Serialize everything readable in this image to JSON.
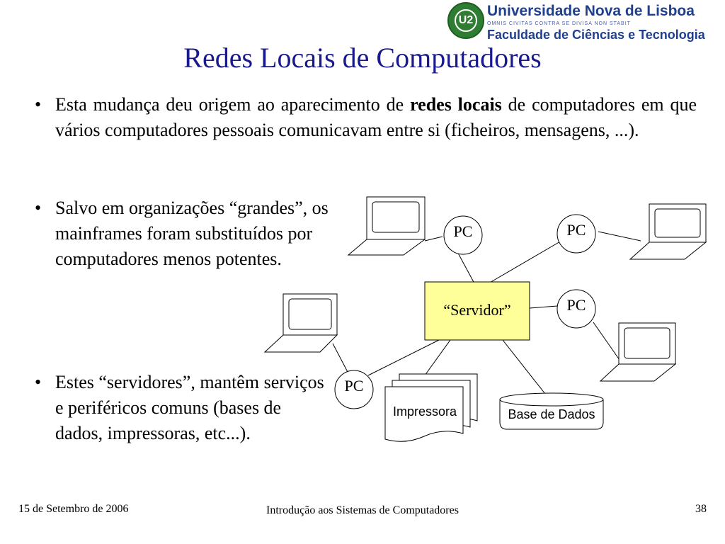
{
  "slide": {
    "title": "Redes Locais de Computadores"
  },
  "logo": {
    "line1": "Universidade Nova de Lisboa",
    "motto": "OMNIS CIVITAS CONTRA SE DIVISA NON STABIT",
    "line2": "Faculdade de Ciências e Tecnologia",
    "seal_mark": "U2"
  },
  "bullets": {
    "b1": {
      "before": "Esta mudança deu origem ao aparecimento de ",
      "bold": "redes locais",
      "after": " de computadores em que vários computadores pessoais comunicavam entre si (ficheiros, mensagens, ...)."
    },
    "b2": {
      "text": "Salvo em organizações “grandes”, os mainframes foram substituídos por computadores menos potentes."
    },
    "b3": {
      "text": "Estes “servidores”, mantêm serviços e periféricos comuns (bases de dados, impressoras, etc...)."
    },
    "bullet_glyph": "•"
  },
  "diagram": {
    "server_label": "“Servidor”",
    "pc_label": "PC",
    "printer_label": "Impressora",
    "database_label": "Base de Dados",
    "colors": {
      "server_fill": "#ffff99",
      "stroke": "#000000",
      "node_fill": "#ffffff"
    }
  },
  "footer": {
    "date": "15 de Setembro de 2006",
    "course": "Introdução aos Sistemas de Computadores",
    "page": "38"
  }
}
